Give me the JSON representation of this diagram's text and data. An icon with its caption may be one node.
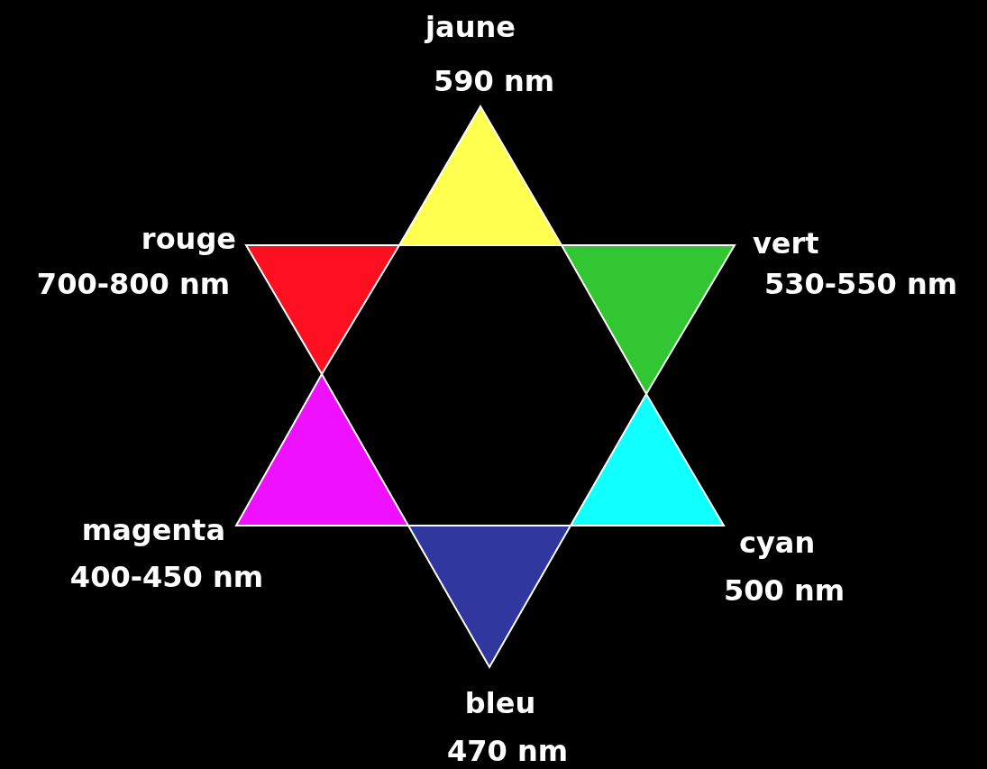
{
  "diagram": {
    "nodes": [
      {
        "text": [],
        "shape": "triangle",
        "beside": [
          "jaune",
          "590 nm"
        ]
      },
      {
        "text": [],
        "shape": "triangle",
        "beside": [
          "rouge",
          "700-800 nm"
        ]
      },
      {
        "text": [],
        "shape": "triangle",
        "beside": [
          "vert",
          "530-550 nm"
        ]
      },
      {
        "text": [],
        "shape": "triangle",
        "beside": [
          "magenta",
          "400-450 nm"
        ]
      },
      {
        "text": [],
        "shape": "triangle",
        "beside": [
          "cyan",
          "500 nm"
        ]
      },
      {
        "text": [],
        "shape": "triangle",
        "beside": [
          "bleu",
          "470 nm"
        ]
      }
    ]
  }
}
